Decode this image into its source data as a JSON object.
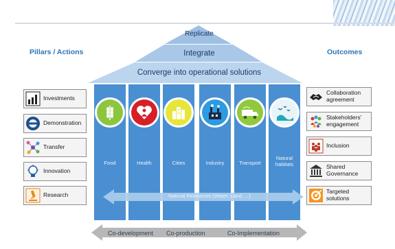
{
  "roof": {
    "replicate": "Replicate",
    "integrate": "Integrate",
    "converge": "Converge into operational solutions"
  },
  "pillars_actions": {
    "title": "Pillars / Actions",
    "items": [
      {
        "label": "Investments",
        "icon": "bar-chart-icon"
      },
      {
        "label": "Demonstration",
        "icon": "demo-badge-icon"
      },
      {
        "label": "Transfer",
        "icon": "network-nodes-icon"
      },
      {
        "label": "Innovation",
        "icon": "lightbulb-icon"
      },
      {
        "label": "Research",
        "icon": "microscope-icon"
      }
    ]
  },
  "outcomes": {
    "title": "Outcomes",
    "items": [
      {
        "label": "Collaboration agreement",
        "icon": "handshake-icon"
      },
      {
        "label": "Stakeholders' engagement",
        "icon": "people-group-icon"
      },
      {
        "label": "Inclusion",
        "icon": "inclusion-people-icon"
      },
      {
        "label": "Shared Governance",
        "icon": "governance-building-icon"
      },
      {
        "label": "Targeted solutions",
        "icon": "target-icon"
      }
    ]
  },
  "pillars": [
    {
      "label": "Food",
      "icon": "wheat-icon",
      "color": "#8cc63f"
    },
    {
      "label": "Health",
      "icon": "heart-person-icon",
      "color": "#d71f26"
    },
    {
      "label": "Cities",
      "icon": "city-buildings-icon",
      "color": "#e6e63a"
    },
    {
      "label": "Industry",
      "icon": "factory-icon",
      "color": "#2c9be0"
    },
    {
      "label": "Transport",
      "icon": "truck-icon",
      "color": "#92c83e"
    },
    {
      "label": "Natural habitats",
      "icon": "birds-wave-icon",
      "color": "#1fa9b8"
    }
  ],
  "natural_resources": "Natural Resources (Water, Land, ...)",
  "foundation": {
    "codevelopment": "Co-development",
    "coproduction": "Co-production",
    "coimplementation": "Co-Implementation"
  },
  "colors": {
    "pillar_blue": "#4a8fd1",
    "roof_top": "#a7c5e6",
    "roof_bottom": "#bed6ef",
    "title_blue": "#2e75b6"
  }
}
